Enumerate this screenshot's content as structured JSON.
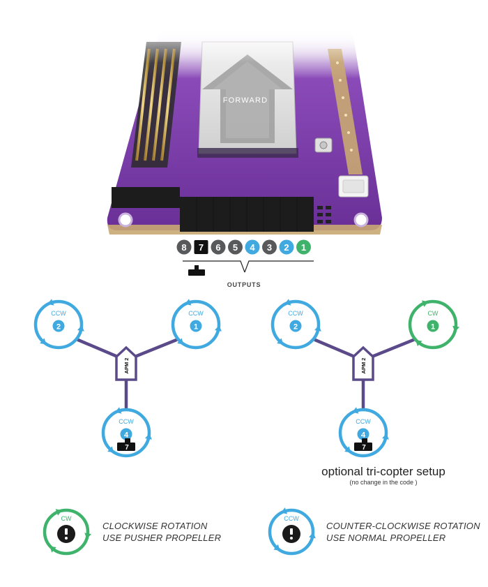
{
  "board": {
    "forward_label": "FORWARD",
    "board_name": "APM 2"
  },
  "outputs": {
    "label": "OUTPUTS",
    "pins": [
      {
        "num": "8",
        "color": "#58595b"
      },
      {
        "num": "7",
        "color": "#111111"
      },
      {
        "num": "6",
        "color": "#58595b"
      },
      {
        "num": "5",
        "color": "#58595b"
      },
      {
        "num": "4",
        "color": "#3fa9e0"
      },
      {
        "num": "3",
        "color": "#58595b"
      },
      {
        "num": "2",
        "color": "#3fa9e0"
      },
      {
        "num": "1",
        "color": "#3fb36b"
      }
    ]
  },
  "colors": {
    "ccw": "#3fa9e0",
    "cw": "#3fb36b",
    "frame": "#5b4a8a",
    "servo": "#111111"
  },
  "configs": [
    {
      "motors": [
        {
          "num": "2",
          "dir": "CCW",
          "color": "#3fa9e0"
        },
        {
          "num": "1",
          "dir": "CCW",
          "color": "#3fa9e0"
        },
        {
          "num": "4",
          "dir": "CCW",
          "color": "#3fa9e0"
        }
      ],
      "servo_num": "7"
    },
    {
      "motors": [
        {
          "num": "2",
          "dir": "CCW",
          "color": "#3fa9e0"
        },
        {
          "num": "1",
          "dir": "CW",
          "color": "#3fb36b"
        },
        {
          "num": "4",
          "dir": "CCW",
          "color": "#3fa9e0"
        }
      ],
      "servo_num": "7"
    }
  ],
  "optional_setup": {
    "title": "optional tri-copter setup",
    "note": "(no change in the code )"
  },
  "legend": [
    {
      "dir": "CW",
      "line1": "CLOCKWISE ROTATION",
      "line2": "USE PUSHER PROPELLER",
      "color": "#3fb36b"
    },
    {
      "dir": "CCW",
      "line1": "COUNTER-CLOCKWISE ROTATION",
      "line2": "USE NORMAL PROPELLER",
      "color": "#3fa9e0"
    }
  ]
}
